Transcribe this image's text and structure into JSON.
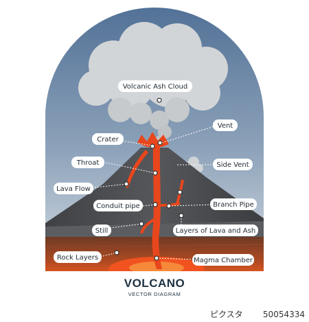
{
  "title": "VOLCANO",
  "subtitle": "VECTOR DIAGRAM",
  "watermark_left": "ピクスタ",
  "watermark_right": "50054334",
  "labels": {
    "ash_cloud": "Volcanic Ash Cloud",
    "vent": "Vent",
    "crater": "Crater",
    "throat": "Throat",
    "side_vent": "Side Vent",
    "lava_flow": "Lava Flow",
    "conduit_pipe": "Conduit pipe",
    "branch_pipe": "Branch Pipe",
    "still": "Still",
    "layers": "Layers of Lava and Ash",
    "rock_layers": "Rock Layers",
    "magma_chamber": "Magma Chamber"
  },
  "colors": {
    "sky_top": "#4f6f95",
    "sky_bottom": "#c9d3dc",
    "mountain": "#4a4c50",
    "lava": "#e8461c",
    "ground": "#7a3d25",
    "magma": "#f0531f",
    "smoke": "#d5d8da"
  }
}
